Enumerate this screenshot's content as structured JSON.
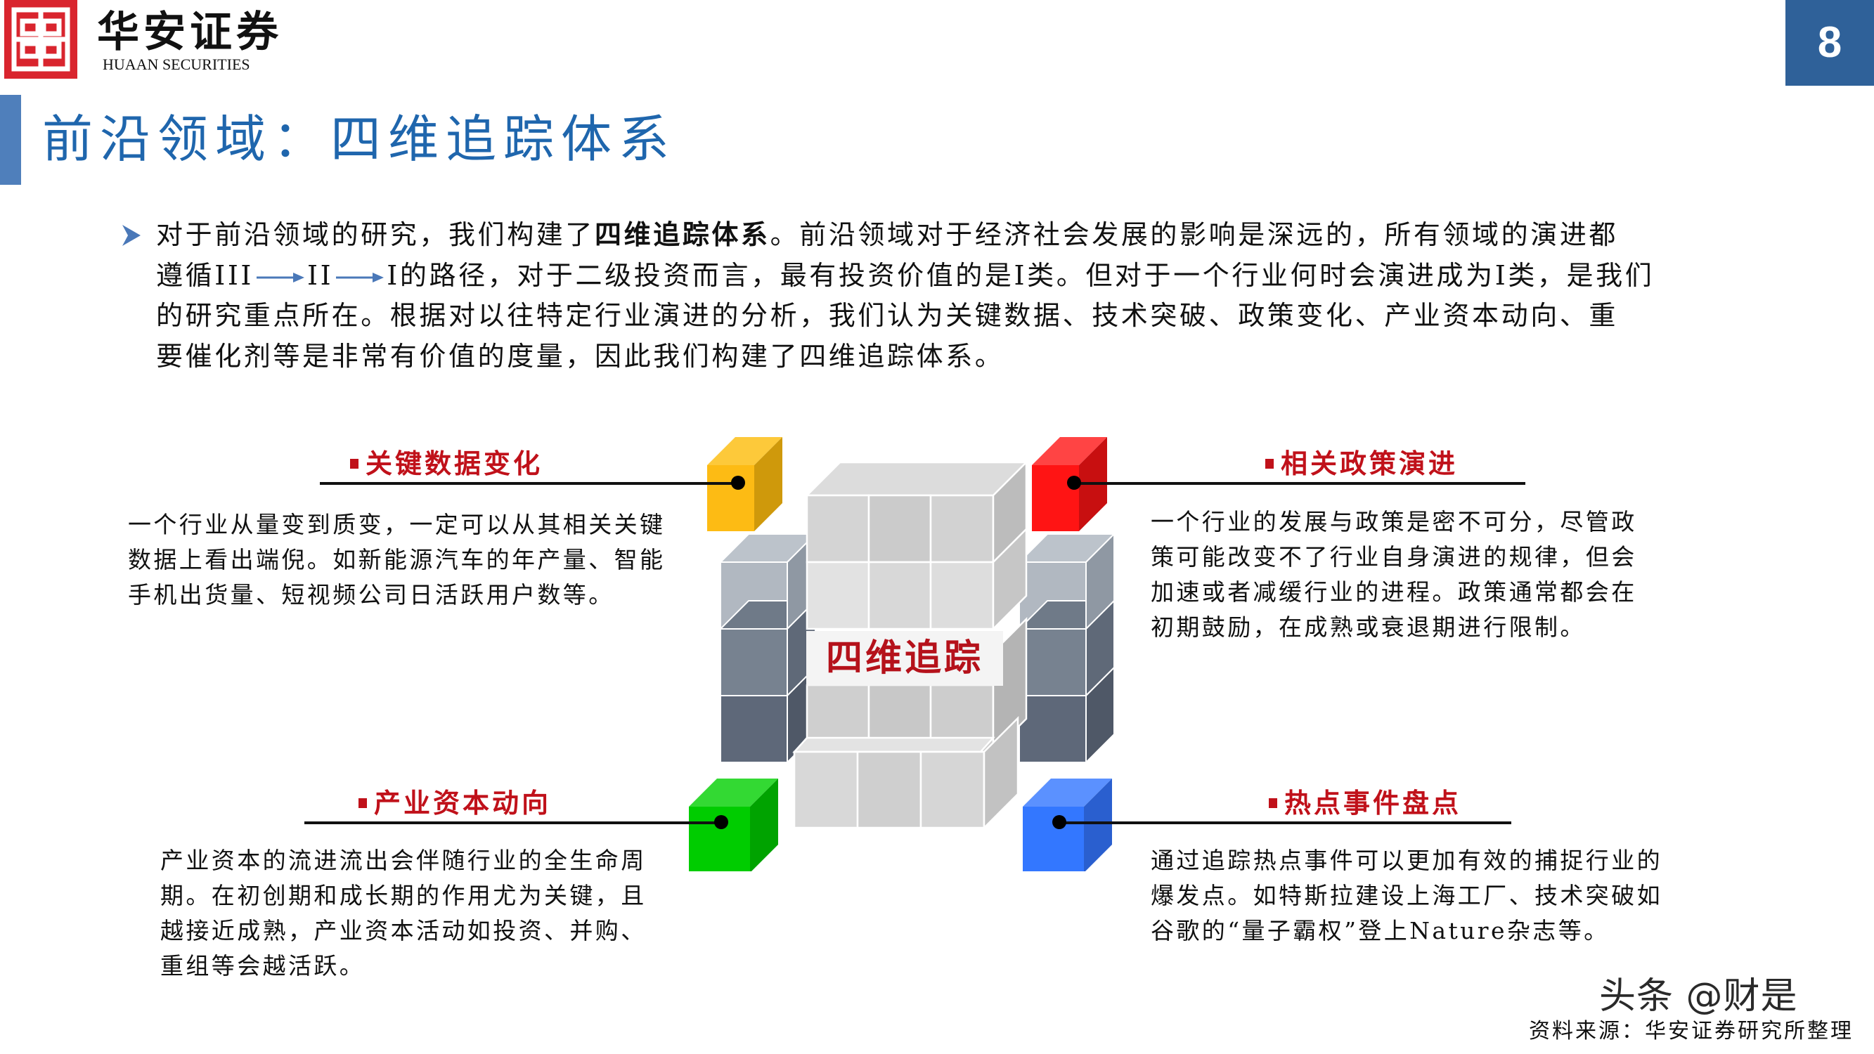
{
  "header": {
    "logo_cn": "华安证券",
    "logo_en": "HUAAN SECURITIES",
    "page_number": "8",
    "title": "前沿领域：四维追踪体系"
  },
  "colors": {
    "brand_red": "#d9252e",
    "title_blue": "#1f66ad",
    "page_badge": "#2f6199",
    "section_red": "#c0111a",
    "cube_yellow": "#fdbb14",
    "cube_red": "#ff1414",
    "cube_green": "#00cc00",
    "cube_blue": "#3377ff"
  },
  "intro": {
    "line1_pre": "对于前沿领域的研究，我们构建了",
    "line1_bold": "四维追踪体系",
    "line1_post": "。前沿领域对于经济社会发展的影响是深远的，所有领域的演进都",
    "line2_pre": "遵循",
    "path": [
      "III",
      "II",
      "I"
    ],
    "line2_post": "的路径，对于二级投资而言，最有投资价值的是I类。但对于一个行业何时会演进成为I类，是我们",
    "line3": "的研究重点所在。根据对以往特定行业演进的分析，我们认为关键数据、技术突破、政策变化、产业资本动向、重",
    "line4": "要催化剂等是非常有价值的度量，因此我们构建了四维追踪体系。"
  },
  "center_label": "四维追踪",
  "sections": [
    {
      "title": "关键数据变化",
      "lines": [
        "一个行业从量变到质变，一定可以从其相关关键",
        "数据上看出端倪。如新能源汽车的年产量、智能",
        "手机出货量、短视频公司日活跃用户数等。"
      ]
    },
    {
      "title": "相关政策演进",
      "lines": [
        "一个行业的发展与政策是密不可分，尽管政",
        "策可能改变不了行业自身演进的规律，但会",
        "加速或者减缓行业的进程。政策通常都会在",
        "初期鼓励，在成熟或衰退期进行限制。"
      ]
    },
    {
      "title": "产业资本动向",
      "lines": [
        "产业资本的流进流出会伴随行业的全生命周",
        "期。在初创期和成长期的作用尤为关键，且",
        "越接近成熟，产业资本活动如投资、并购、",
        "重组等会越活跃。"
      ]
    },
    {
      "title": "热点事件盘点",
      "lines": [
        "通过追踪热点事件可以更加有效的捕捉行业的",
        "爆发点。如特斯拉建设上海工厂、技术突破如",
        "谷歌的“量子霸权”登上Nature杂志等。"
      ]
    }
  ],
  "footer": {
    "watermark": "头条 @财是",
    "source": "资料来源：华安证券研究所整理"
  }
}
